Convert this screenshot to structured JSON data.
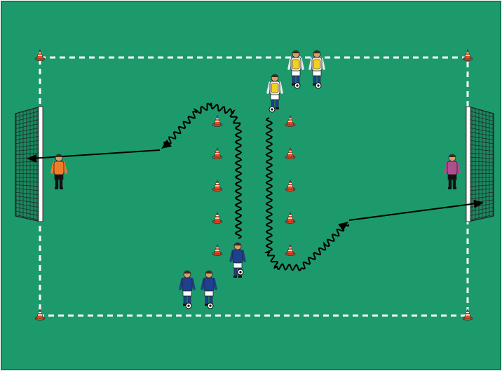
{
  "colors": {
    "pitch": "#1c9a6c",
    "pitch_border": "#147a55",
    "boundary": "#ffffff",
    "cone_body": "#e8491d",
    "cone_stripe": "#ffffff",
    "blue_kit": "#1f3f8f",
    "yellow_bib": "#f2d21b",
    "keeper_left": "#f07c2a",
    "keeper_right": "#b04d8f",
    "shorts": "#ffffff",
    "socks": "#1f3f8f",
    "goal_post": "#ffffff",
    "net": "#222222",
    "path": "#000000"
  },
  "drill": {
    "corner_cones": 4,
    "slalom_columns": 2,
    "cones_per_column": 5,
    "blue_attackers": 3,
    "yellow_attackers": 3,
    "goalkeepers": 2,
    "goals": 2
  },
  "icons": {
    "cone": "training-cone-icon",
    "ball": "football-icon",
    "goal": "goal-net-icon",
    "arrow": "arrow-icon"
  }
}
